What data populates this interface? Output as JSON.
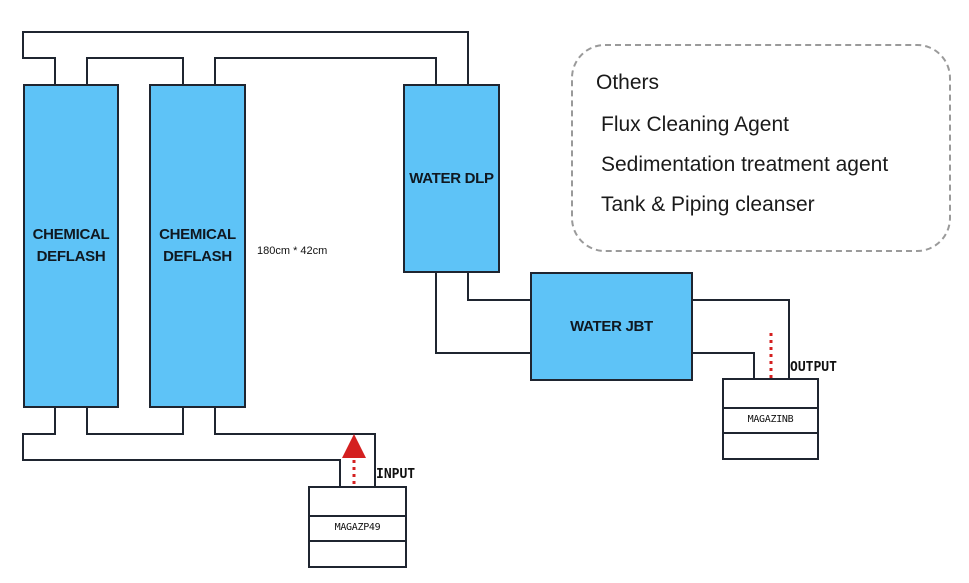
{
  "tanks": {
    "deflash_1": "CHEMICAL\nDEFLASH",
    "deflash_2": "CHEMICAL\nDEFLASH",
    "water_dlp": "WATER DLP",
    "water_jbt": "WATER JBT"
  },
  "dimension_label": "180cm * 42cm",
  "input": {
    "label": "INPUT",
    "magazine_label": "MAGAZP49"
  },
  "output": {
    "label": "OUTPUT",
    "magazine_label": "MAGAZINB"
  },
  "others": {
    "title": "Others",
    "items": [
      "Flux Cleaning Agent",
      "Sedimentation treatment agent",
      "Tank & Piping cleanser"
    ]
  },
  "colors": {
    "tank_fill": "#5ec3f7",
    "pipe_stroke": "#1f2530",
    "arrow": "#d42020",
    "dashed_border": "#9a9a9a"
  }
}
